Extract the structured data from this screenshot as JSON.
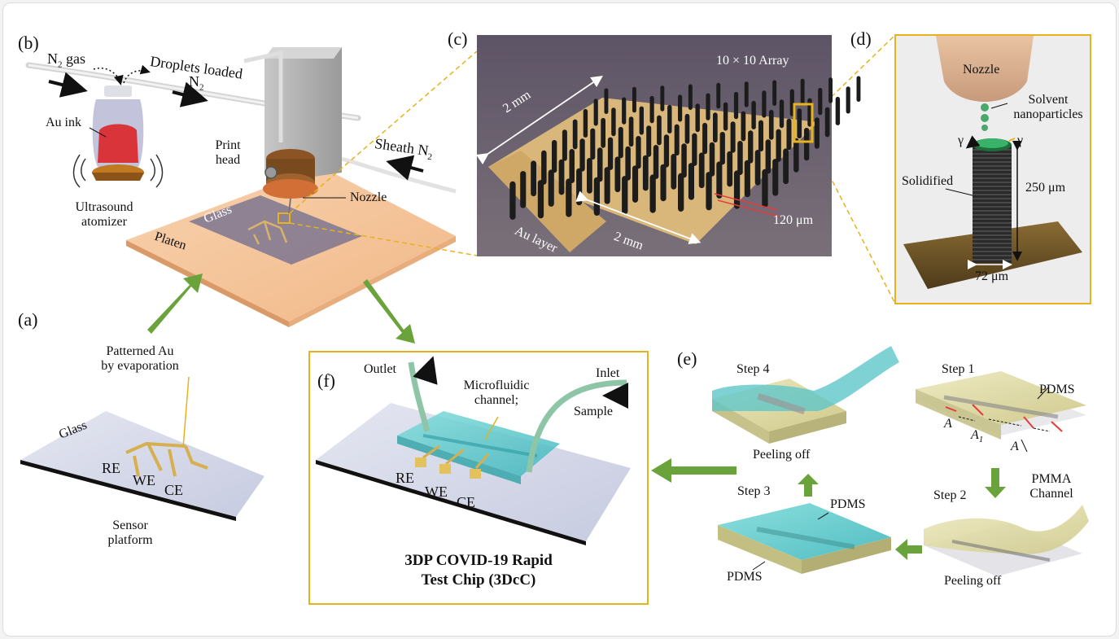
{
  "panels": {
    "a": "(a)",
    "b": "(b)",
    "c": "(c)",
    "d": "(d)",
    "e": "(e)",
    "f": "(f)"
  },
  "b": {
    "n2_gas_main": "N",
    "n2_gas_sub": "2",
    "n2_gas_rest": " gas",
    "droplets": "Droplets loaded",
    "n2": "N",
    "n2_sub": "2",
    "au_ink": "Au ink",
    "print_head_1": "Print",
    "print_head_2": "head",
    "sheath": "Sheath N",
    "sheath_sub": "2",
    "nozzle": "Nozzle",
    "ultra_1": "Ultrasound",
    "ultra_2": "atomizer",
    "glass": "Glass",
    "platen": "Platen"
  },
  "c": {
    "array": "10 × 10 Array",
    "dim_top": "2 mm",
    "dim_bottom": "2 mm",
    "pitch": "120 μm",
    "au_layer": "Au layer"
  },
  "d": {
    "nozzle": "Nozzle",
    "solvent_1": "Solvent",
    "solvent_2": "nanoparticles",
    "gamma_l": "γ",
    "gamma_r": "γ",
    "solidified": "Solidified",
    "height": "250 μm",
    "width": "72 μm"
  },
  "a": {
    "patterned_1": "Patterned Au",
    "patterned_2": "by evaporation",
    "glass": "Glass",
    "re": "RE",
    "we": "WE",
    "ce": "CE",
    "sensor_1": "Sensor",
    "sensor_2": "platform"
  },
  "f": {
    "outlet": "Outlet",
    "inlet": "Inlet",
    "sample": "Sample",
    "micro_1": "Microfluidic",
    "micro_2": "channel;",
    "re": "RE",
    "we": "WE",
    "ce": "CE",
    "title_1": "3DP COVID-19 Rapid",
    "title_2": "Test Chip (3DcC)"
  },
  "e": {
    "step1": "Step 1",
    "step2": "Step 2",
    "step3": "Step 3",
    "step4": "Step 4",
    "pdms_1": "PDMS",
    "pmma_1": "PMMA",
    "pmma_2": "Channel",
    "a_left": "A",
    "a1": "A",
    "a1_sub": "1",
    "a_right": "A",
    "peel_1": "Peeling off",
    "peel_2": "Peeling off",
    "pdms_3": "PDMS",
    "pdms_3b": "PDMS"
  },
  "colors": {
    "arrow_green": "#6aa33c",
    "gold": "#e6b21e",
    "teal": "#5fc7c9",
    "platen": "#f5c79e",
    "array_bg": "#6a6070",
    "au": "#d9b679",
    "pillar": "#1c1c1c",
    "pdms_yellow": "#dcd8a0"
  }
}
